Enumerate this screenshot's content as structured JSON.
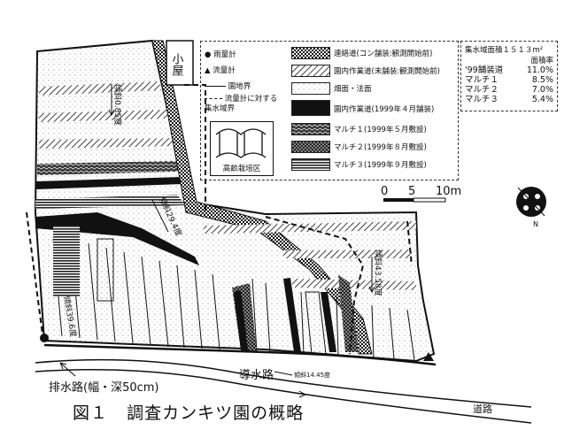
{
  "caption": {
    "figure_no": "図１",
    "title": "調査カンキツ園の概略"
  },
  "map": {
    "hut_label": "小屋",
    "slopes": [
      "傾斜0.85度",
      "傾斜29.4度",
      "傾斜43.58度",
      "傾斜39.6度"
    ],
    "headrace_label": "導水路",
    "headrace_slope": "傾斜14.45度",
    "drain_label": "排水路(幅・深50cm)",
    "road_label": "道路",
    "scale": {
      "ticks": [
        "0",
        "5",
        "10m"
      ]
    },
    "north_label": "N"
  },
  "legend": {
    "symbols": [
      {
        "icon": "circle",
        "label": "雨量計"
      },
      {
        "icon": "triangle",
        "label": "流量計"
      },
      {
        "icon": "solid-line",
        "label": "園地界"
      },
      {
        "icon": "dashed-line",
        "label": "流量計に対する集水域界"
      }
    ],
    "ridge_label": "高畝栽培区",
    "patterns": [
      {
        "pattern": "crosshatch",
        "label": "連絡道(コン舗装:観測開始前)"
      },
      {
        "pattern": "diagonal",
        "label": "園内作業道(未舗装:観測開始前)"
      },
      {
        "pattern": "dots",
        "label": "畑面・法面"
      },
      {
        "pattern": "solid",
        "label": "園内作業道(1999年４月舗装)"
      },
      {
        "pattern": "mulch1",
        "label": "マルチ１(1999年５月敷設)"
      },
      {
        "pattern": "mulch2",
        "label": "マルチ２(1999年８月敷設)"
      },
      {
        "pattern": "mulch3",
        "label": "マルチ３(1999年９月敷設)"
      }
    ]
  },
  "area_box": {
    "title": "集水域面積１５１３m²",
    "header": "面積率",
    "rows": [
      {
        "label": "'99舗装道",
        "value": "11.0%"
      },
      {
        "label": "マルチ１",
        "value": "8.5%"
      },
      {
        "label": "マルチ２",
        "value": "7.0%"
      },
      {
        "label": "マルチ３",
        "value": "5.4%"
      }
    ]
  }
}
